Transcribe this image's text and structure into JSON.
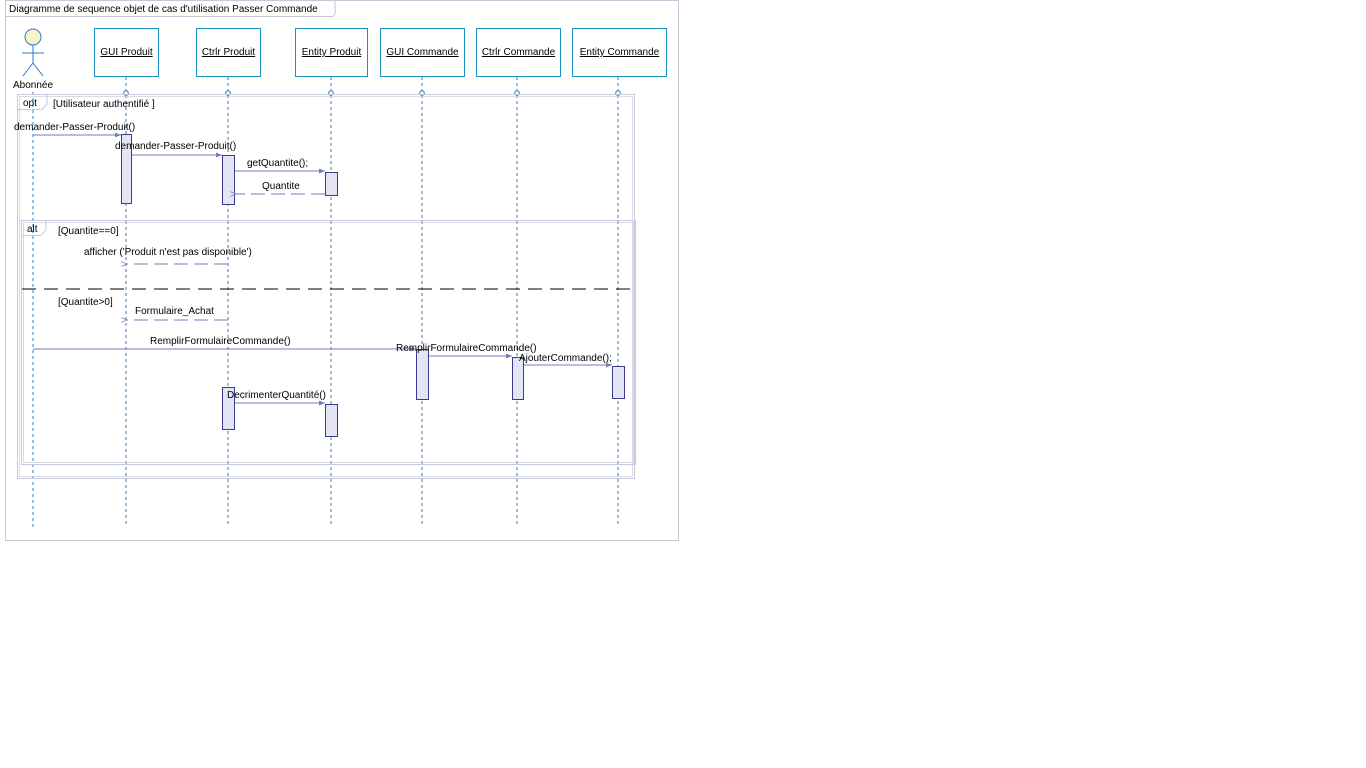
{
  "diagram": {
    "title": "Diagramme de sequence objet de cas d'utilisation Passer Commande",
    "actor": {
      "name": "Abonnée"
    },
    "objects": [
      {
        "id": "gui_produit",
        "label": "GUI Produit"
      },
      {
        "id": "ctrl_produit",
        "label": "Ctrlr Produit"
      },
      {
        "id": "entity_produit",
        "label": "Entity Produit"
      },
      {
        "id": "gui_commande",
        "label": "GUI Commande"
      },
      {
        "id": "ctrl_commande",
        "label": "Ctrlr Commande"
      },
      {
        "id": "entity_commande",
        "label": "Entity Commande"
      }
    ],
    "fragments": {
      "opt": {
        "operator": "opt",
        "guard": "[Utilisateur authentifié ]"
      },
      "alt": {
        "operator": "alt",
        "guard_1": "[Quantite==0]",
        "guard_2": "[Quantite>0]"
      }
    },
    "messages": [
      {
        "label": "demander-Passer-Produit()",
        "kind": "sync"
      },
      {
        "label": "demander-Passer-Produit()",
        "kind": "sync"
      },
      {
        "label": "getQuantite();",
        "kind": "sync"
      },
      {
        "label": "Quantite",
        "kind": "return"
      },
      {
        "label": "afficher ('Produit n'est pas disponible')",
        "kind": "return"
      },
      {
        "label": "Formulaire_Achat",
        "kind": "return"
      },
      {
        "label": "RemplirFormulaireCommande()",
        "kind": "sync"
      },
      {
        "label": "RemplirFormulaireCommande()",
        "kind": "sync"
      },
      {
        "label": "AjouterCommande();",
        "kind": "sync"
      },
      {
        "label": "DecrimenterQuantité()",
        "kind": "sync"
      }
    ],
    "colors": {
      "object_border": "#1a8fc2",
      "activation_fill": "#e4e4f7",
      "activation_border": "#3c3c8a",
      "lifeline": "#2c7ec9",
      "message_line": "#7a7ab8",
      "fragment_border": "#c9c9de",
      "actor_head": "#f7f5c6"
    }
  }
}
